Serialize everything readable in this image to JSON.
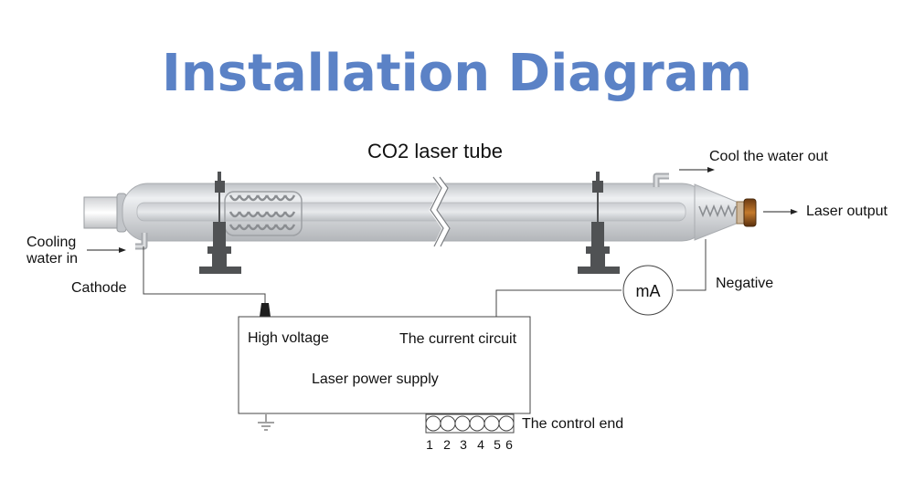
{
  "title": "Installation Diagram",
  "labels": {
    "tube": "CO2 laser tube",
    "cool_out": "Cool the water out",
    "laser_output": "Laser output",
    "cooling_in_line1": "Cooling",
    "cooling_in_line2": "water in",
    "cathode": "Cathode",
    "negative": "Negative",
    "meter": "mA",
    "high_voltage": "High voltage",
    "current_circuit": "The current circuit",
    "power_supply": "Laser power supply",
    "control_end": "The control end"
  },
  "terminals": [
    "1",
    "2",
    "3",
    "4",
    "5",
    "6"
  ],
  "colors": {
    "title": "#5b82c6",
    "tube": "#d4d6d9",
    "mount": "#505254",
    "wire": "#444444"
  }
}
